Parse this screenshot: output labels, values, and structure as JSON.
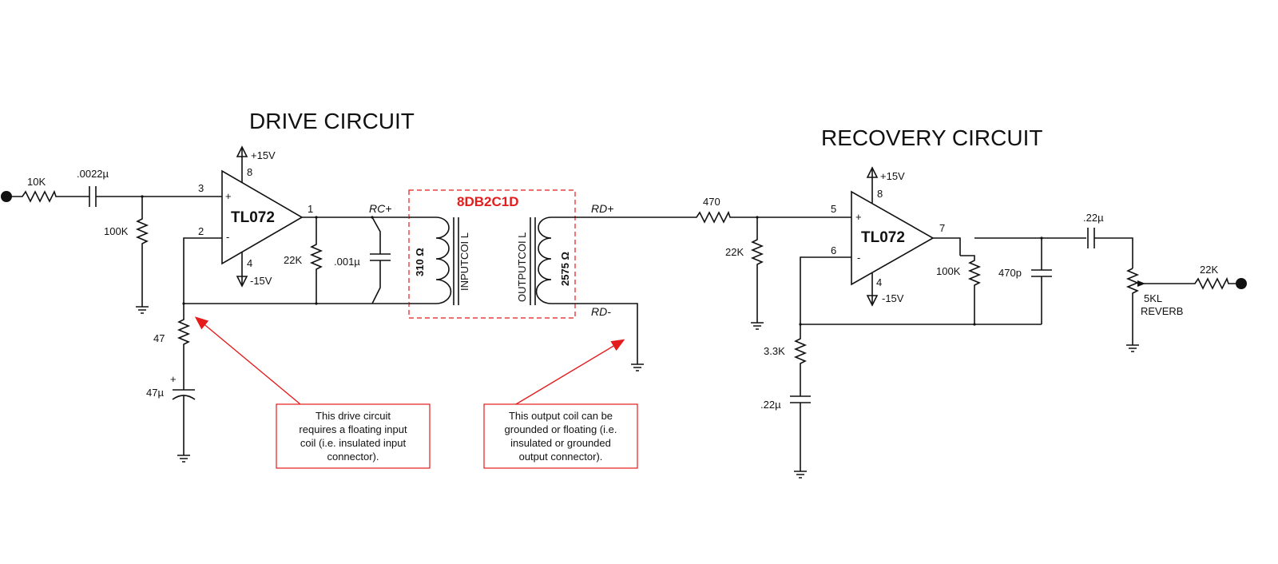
{
  "titles": {
    "drive": "DRIVE CIRCUIT",
    "recovery": "RECOVERY CIRCUIT"
  },
  "part_number": "8DB2C1D",
  "drive": {
    "r_in": "10K",
    "c_in": ".0022µ",
    "r_bias": "100K",
    "opamp": "TL072",
    "pin_noninv": "3",
    "pin_inv": "2",
    "pin_out": "1",
    "pin_vpos": "8",
    "pin_vneg": "4",
    "v_pos": "+15V",
    "v_neg": "-15V",
    "r_load": "22K",
    "c_load": ".001µ",
    "r_fb": "47",
    "c_fb": "47µ",
    "c_fb_pol": "+"
  },
  "tank": {
    "rc_plus": "RC+",
    "rd_plus": "RD+",
    "rd_minus": "RD-",
    "input_coil_label": "INPUTCOI L",
    "input_coil_ohms": "310 Ω",
    "output_coil_label": "OUTPUTCOI L",
    "output_coil_ohms": "2575 Ω"
  },
  "recovery": {
    "r_in": "470",
    "r_bias": "22K",
    "opamp": "TL072",
    "pin_noninv": "5",
    "pin_inv": "6",
    "pin_out": "7",
    "pin_vpos": "8",
    "pin_vneg": "4",
    "v_pos": "+15V",
    "v_neg": "-15V",
    "r_fb": "100K",
    "c_fb": "470p",
    "r_gain": "3.3K",
    "c_gain": ".22µ",
    "c_out": ".22µ",
    "pot": "5KL",
    "pot_name": "REVERB",
    "r_out": "22K"
  },
  "notes": {
    "input": [
      "This drive circuit",
      "requires a floating input",
      "coil (i.e. insulated input",
      "connector)."
    ],
    "output": [
      "This output coil can be",
      "grounded or floating (i.e.",
      "insulated or grounded",
      "output connector)."
    ]
  },
  "colors": {
    "accent": "#e41c1c",
    "ink": "#111111"
  }
}
